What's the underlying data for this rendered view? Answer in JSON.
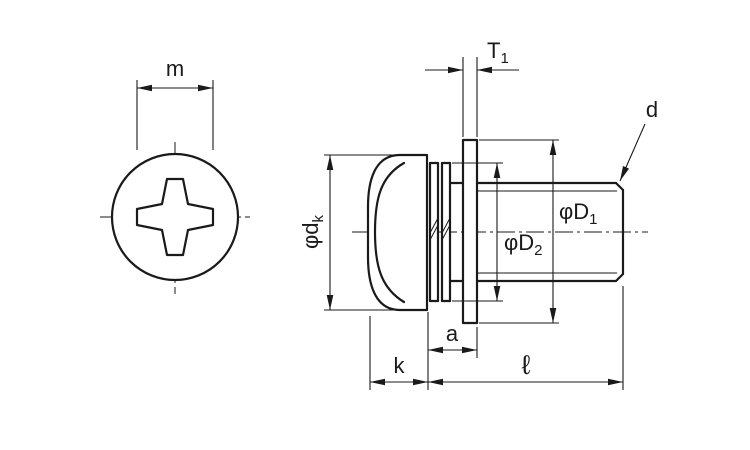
{
  "diagram": {
    "colors": {
      "line": "#1a1a1a",
      "background": "#ffffff"
    },
    "labels": {
      "m": "m",
      "t1": {
        "main": "T",
        "sub": "1"
      },
      "dk": {
        "main": "φd",
        "sub": "k"
      },
      "d2": {
        "main": "φD",
        "sub": "2"
      },
      "d1": {
        "main": "φD",
        "sub": "1"
      },
      "d": "d",
      "a": "a",
      "k": "k",
      "length": "ℓ"
    }
  }
}
